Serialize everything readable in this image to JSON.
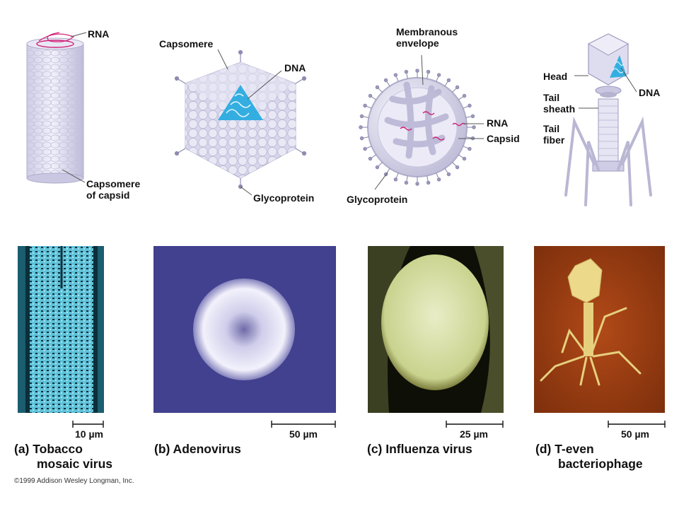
{
  "colors": {
    "capsid_fill": "#e4e3f1",
    "capsid_stroke": "#b5b3cf",
    "dna_blue": "#34aee0",
    "rna_pink": "#d0247a",
    "adeno_background": "#41418f",
    "tmv_background": "#1a5e6f",
    "tmv_particle": "#5fc2d8",
    "influenza_background": "#0e0f06",
    "influenza_particle": "#d6dfa2",
    "phage_background": "#9b3d12",
    "phage_particle": "#ecd98a"
  },
  "top_labels": {
    "tmv_rna": "RNA",
    "tmv_capsomere_line1": "Capsomere",
    "tmv_capsomere_line2": "of capsid",
    "adeno_capsomere": "Capsomere",
    "adeno_dna": "DNA",
    "adeno_glycoprotein": "Glycoprotein",
    "flu_envelope_line1": "Membranous",
    "flu_envelope_line2": "envelope",
    "flu_rna": "RNA",
    "flu_capsid": "Capsid",
    "flu_glycoprotein": "Glycoprotein",
    "phage_head": "Head",
    "phage_dna": "DNA",
    "phage_tail_sheath_line1": "Tail",
    "phage_tail_sheath_line2": "sheath",
    "phage_tail_fiber_line1": "Tail",
    "phage_tail_fiber_line2": "fiber"
  },
  "scale_bars": {
    "tmv": "10 µm",
    "adeno": "50 µm",
    "flu": "25 µm",
    "phage": "50 µm"
  },
  "captions": {
    "a_line1": "(a) Tobacco",
    "a_line2": "mosaic virus",
    "b": "(b) Adenovirus",
    "c": "(c) Influenza virus",
    "d_line1": "(d) T-even",
    "d_line2": "bacteriophage"
  },
  "copyright": "©1999 Addison Wesley Longman, Inc."
}
